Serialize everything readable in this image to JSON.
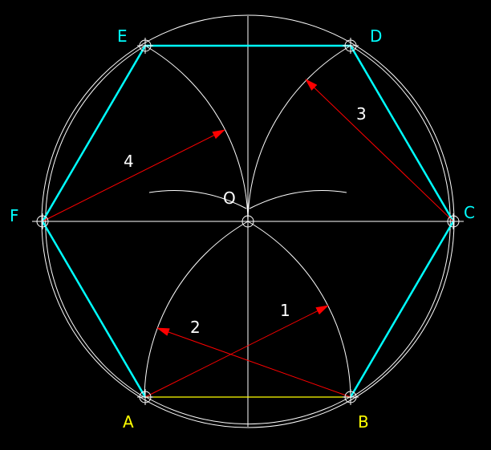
{
  "colors": {
    "background": "#000000",
    "construction": "#ffffff",
    "hexagon": "#00ffff",
    "base_edge": "#ffff00",
    "arrows": "#ff0000",
    "vertex_label": "#00ffff",
    "base_label": "#ffff00",
    "number_label": "#ffffff"
  },
  "points": {
    "A": {
      "label": "A"
    },
    "B": {
      "label": "B"
    },
    "C": {
      "label": "C"
    },
    "D": {
      "label": "D"
    },
    "E": {
      "label": "E"
    },
    "F": {
      "label": "F"
    },
    "O": {
      "label": "O"
    }
  },
  "arrows": [
    {
      "label": "1"
    },
    {
      "label": "2"
    },
    {
      "label": "3"
    },
    {
      "label": "4"
    }
  ]
}
